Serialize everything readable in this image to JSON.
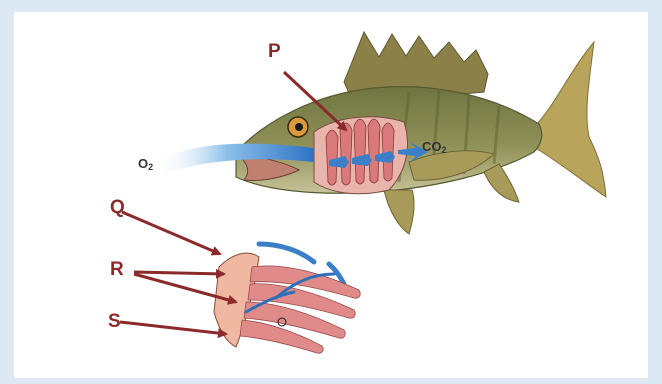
{
  "labels": {
    "p": "P",
    "q": "Q",
    "r": "R",
    "s": "S"
  },
  "gases": {
    "o2_main": "O",
    "o2_sub": "2",
    "co2_main": "CO",
    "co2_sub": "2"
  },
  "colors": {
    "arrow": "#8b2a2a",
    "water_flow": "#3a7fc8",
    "gill_filament": "#d9797a",
    "fish_body": "#8a8a55",
    "background": "#dce8f3"
  }
}
